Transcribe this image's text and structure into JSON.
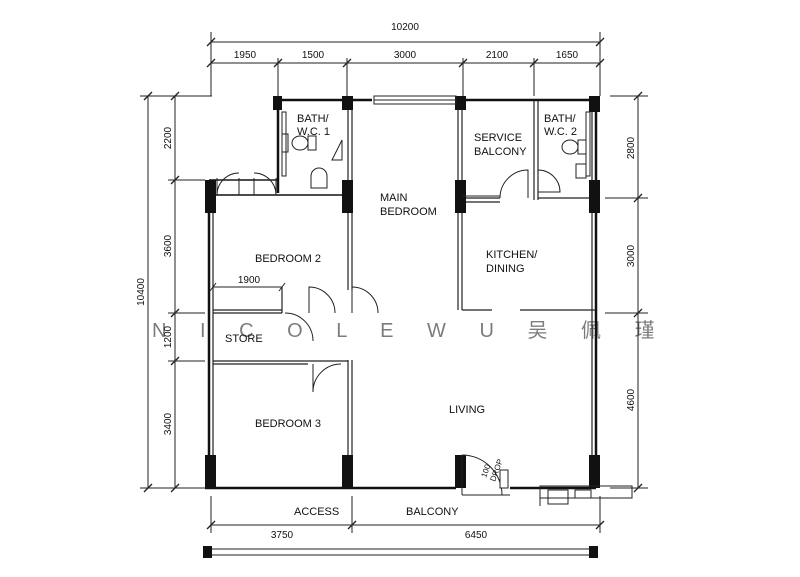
{
  "plan": {
    "overall_width": "10200",
    "overall_depth": "10400",
    "top_dims": [
      "1950",
      "1500",
      "3000",
      "2100",
      "1650"
    ],
    "left_dims": [
      "2200",
      "3600",
      "1200",
      "3400"
    ],
    "right_dims": [
      "2800",
      "3000",
      "4600"
    ],
    "bottom_dims": [
      "3750",
      "6450"
    ],
    "inner_dim": "1900",
    "rooms": {
      "bath1_line1": "BATH/",
      "bath1_line2": "W.C. 1",
      "main_bedroom_line1": "MAIN",
      "main_bedroom_line2": "BEDROOM",
      "service_balcony_line1": "SERVICE",
      "service_balcony_line2": "BALCONY",
      "bath2_line1": "BATH/",
      "bath2_line2": "W.C. 2",
      "bedroom2": "BEDROOM 2",
      "kitchen_line1": "KITCHEN/",
      "kitchen_line2": "DINING",
      "store": "STORE",
      "living": "LIVING",
      "bedroom3": "BEDROOM 3",
      "access": "ACCESS",
      "balcony": "BALCONY"
    },
    "dim_note_line1": "100",
    "dim_note_line2": "DROP",
    "watermark": "N I C O L E   W U   吴 佩 瑾"
  },
  "colors": {
    "wall": "#111111",
    "line": "#222222",
    "watermark": "#9a9a9a"
  }
}
